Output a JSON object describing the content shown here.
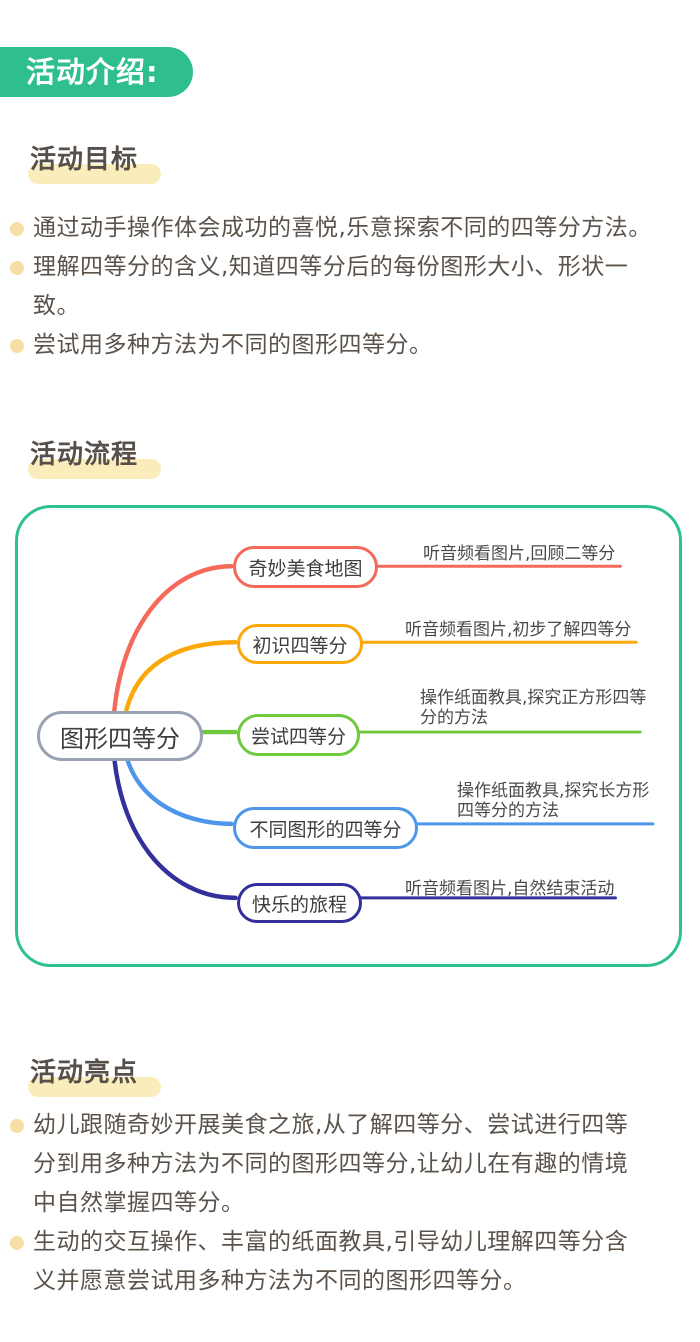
{
  "header": {
    "badge": "活动介绍:"
  },
  "sections": {
    "goals": {
      "title": "活动目标",
      "bullets": [
        "通过动手操作体会成功的喜悦,乐意探索不同的四等分方法。",
        "理解四等分的含义,知道四等分后的每份图形大小、形状一\n致。",
        "尝试用多种方法为不同的图形四等分。"
      ]
    },
    "process": {
      "title": "活动流程"
    },
    "highlights": {
      "title": "活动亮点",
      "bullets": [
        "幼儿跟随奇妙开展美食之旅,从了解四等分、尝试进行四等\n分到用多种方法为不同的图形四等分,让幼儿在有趣的情境\n中自然掌握四等分。",
        "生动的交互操作、丰富的纸面教具,引导幼儿理解四等分含\n义并愿意尝试用多种方法为不同的图形四等分。"
      ]
    }
  },
  "mindmap": {
    "root": "图形四等分",
    "branches": [
      {
        "label": "奇妙美食地图",
        "note": "听音频看图片,回顾二等分",
        "color": "#F4695A"
      },
      {
        "label": "初识四等分",
        "note": "听音频看图片,初步了解四等分",
        "color": "#FBA80B"
      },
      {
        "label": "尝试四等分",
        "note": "操作纸面教具,探究正方形四等\n分的方法",
        "color": "#6FC83E"
      },
      {
        "label": "不同图形的四等分",
        "note": "操作纸面教具,探究长方形\n四等分的方法",
        "color": "#4D96E9"
      },
      {
        "label": "快乐的旅程",
        "note": "听音频看图片,自然结束活动",
        "color": "#34309B"
      }
    ],
    "colors": {
      "container_border": "#2EC08E",
      "root_border": "#99A3B3",
      "badge_bg": "#2FBE8E",
      "highlight_bar": "#FBEDBB",
      "bullet_dot": "#F6DEA4",
      "body_text": "#5B534B",
      "heading_text": "#57504A"
    }
  }
}
